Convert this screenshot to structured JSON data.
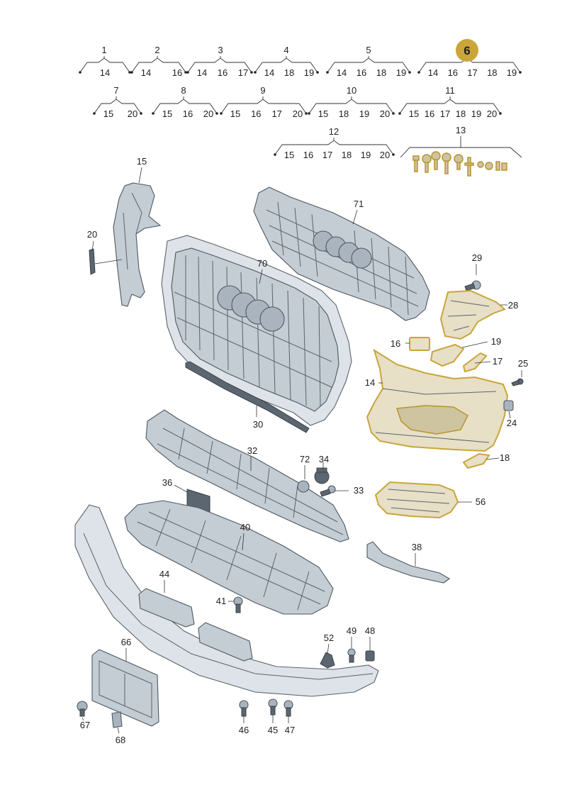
{
  "diagram": {
    "groups": [
      {
        "id": "1",
        "items": [
          "14"
        ],
        "highlighted": false
      },
      {
        "id": "2",
        "items": [
          "14",
          "16"
        ],
        "highlighted": false
      },
      {
        "id": "3",
        "items": [
          "14",
          "16",
          "17"
        ],
        "highlighted": false
      },
      {
        "id": "4",
        "items": [
          "14",
          "18",
          "19"
        ],
        "highlighted": false
      },
      {
        "id": "5",
        "items": [
          "14",
          "16",
          "18",
          "19"
        ],
        "highlighted": false
      },
      {
        "id": "6",
        "items": [
          "14",
          "16",
          "17",
          "18",
          "19"
        ],
        "highlighted": true
      },
      {
        "id": "7",
        "items": [
          "15",
          "20"
        ],
        "highlighted": false
      },
      {
        "id": "8",
        "items": [
          "15",
          "16",
          "20"
        ],
        "highlighted": false
      },
      {
        "id": "9",
        "items": [
          "15",
          "16",
          "17",
          "20"
        ],
        "highlighted": false
      },
      {
        "id": "10",
        "items": [
          "15",
          "18",
          "19",
          "20"
        ],
        "highlighted": false
      },
      {
        "id": "11",
        "items": [
          "15",
          "16",
          "17",
          "18",
          "19",
          "20"
        ],
        "highlighted": false
      },
      {
        "id": "12",
        "items": [
          "15",
          "16",
          "17",
          "18",
          "19",
          "20"
        ],
        "highlighted": false
      },
      {
        "id": "13",
        "items": [],
        "highlighted": false
      }
    ],
    "parts": [
      {
        "id": "15",
        "highlighted": false
      },
      {
        "id": "20",
        "highlighted": false
      },
      {
        "id": "71",
        "highlighted": false
      },
      {
        "id": "70",
        "highlighted": false
      },
      {
        "id": "29",
        "highlighted": false
      },
      {
        "id": "28",
        "highlighted": true
      },
      {
        "id": "16",
        "highlighted": true
      },
      {
        "id": "19",
        "highlighted": true
      },
      {
        "id": "17",
        "highlighted": true
      },
      {
        "id": "25",
        "highlighted": false
      },
      {
        "id": "14",
        "highlighted": true
      },
      {
        "id": "24",
        "highlighted": false
      },
      {
        "id": "30",
        "highlighted": false
      },
      {
        "id": "18",
        "highlighted": true
      },
      {
        "id": "32",
        "highlighted": false
      },
      {
        "id": "72",
        "highlighted": false
      },
      {
        "id": "34",
        "highlighted": false
      },
      {
        "id": "36",
        "highlighted": false
      },
      {
        "id": "33",
        "highlighted": false
      },
      {
        "id": "56",
        "highlighted": true
      },
      {
        "id": "40",
        "highlighted": false
      },
      {
        "id": "38",
        "highlighted": false
      },
      {
        "id": "44",
        "highlighted": false
      },
      {
        "id": "41",
        "highlighted": false
      },
      {
        "id": "66",
        "highlighted": false
      },
      {
        "id": "52",
        "highlighted": false
      },
      {
        "id": "49",
        "highlighted": false
      },
      {
        "id": "48",
        "highlighted": false
      },
      {
        "id": "67",
        "highlighted": false
      },
      {
        "id": "46",
        "highlighted": false
      },
      {
        "id": "45",
        "highlighted": false
      },
      {
        "id": "47",
        "highlighted": false
      },
      {
        "id": "68",
        "highlighted": false
      }
    ],
    "colors": {
      "highlight": "#c9a53a",
      "part_fill": "#c4ccd4",
      "part_stroke": "#4e5860",
      "highlight_fill": "#e7dfc6"
    }
  }
}
